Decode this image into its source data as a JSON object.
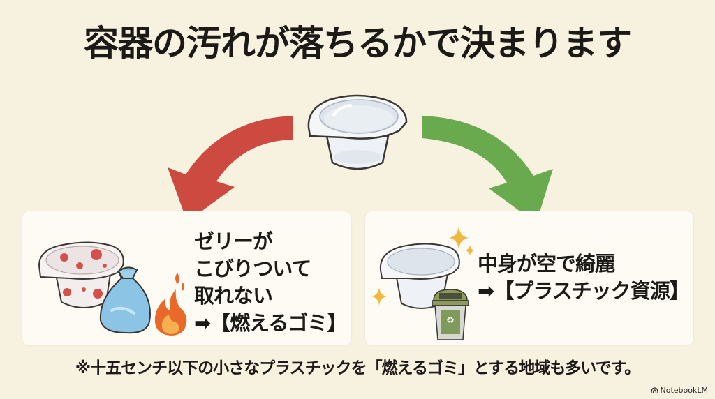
{
  "title": "容器の汚れが落ちるかで決まります",
  "center_item": {
    "icon": "plastic-cup-icon",
    "description": "empty clear plastic jelly cup"
  },
  "arrows": {
    "left": {
      "icon": "curved-arrow-down-left-icon",
      "color": "#cc4a3f"
    },
    "right": {
      "icon": "curved-arrow-down-right-icon",
      "color": "#6aaa4f"
    }
  },
  "panels": {
    "left": {
      "lines": [
        "ゼリーが",
        "こびりついて",
        "取れない",
        "➡【燃えるゴミ】"
      ],
      "icons": [
        "dirty-jelly-cup-icon",
        "garbage-bag-icon",
        "fire-icon"
      ]
    },
    "right": {
      "lines": [
        "中身が空で綺麗",
        "➡【プラスチック資源】"
      ],
      "icons": [
        "clean-cup-icon",
        "sparkle-icon",
        "recycle-bin-icon"
      ]
    }
  },
  "footnote": "※十五センチ以下の小さなプラスチックを「燃えるゴミ」とする地域も多いです。",
  "watermark": {
    "label": "NotebookLM",
    "icon": "notebooklm-logo-icon"
  },
  "colors": {
    "background": "#f7f1e0",
    "panel": "#fdfbf4",
    "red_arrow": "#cc4a3f",
    "green_arrow": "#6aaa4f",
    "text": "#1c1a17"
  }
}
